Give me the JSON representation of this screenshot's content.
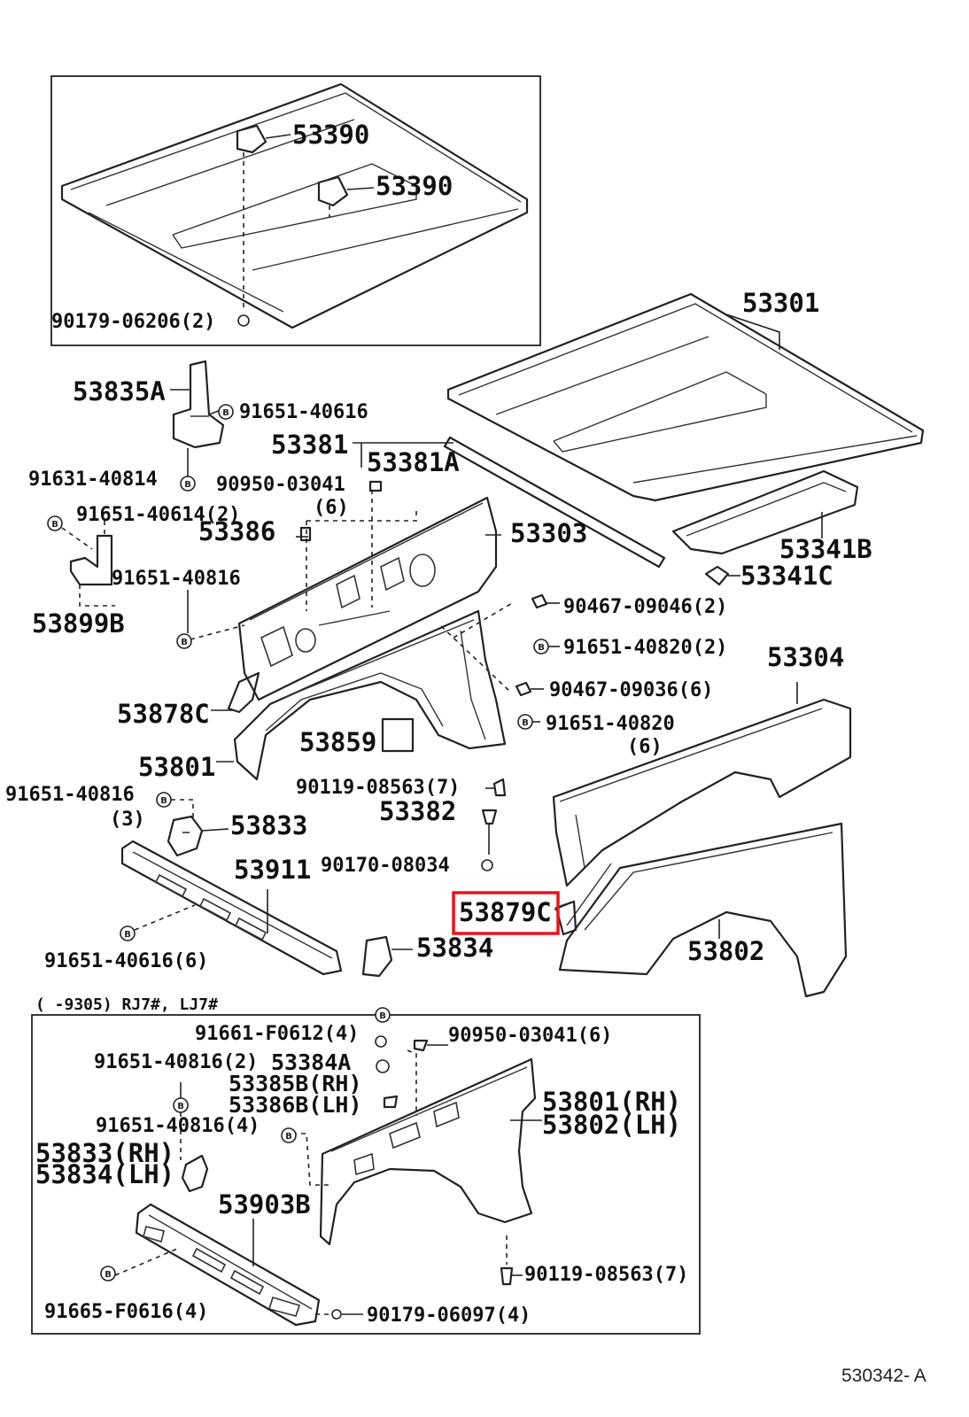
{
  "labels": {
    "l53390a": "53390",
    "l53390b": "53390",
    "l9017906206": "90179-06206(2)",
    "l53301": "53301",
    "l53835A": "53835A",
    "l9165140616": "91651-40616",
    "l53381": "53381",
    "l53381A": "53381A",
    "l9163140814": "91631-40814",
    "l9095003041": "90950-03041",
    "l9095003041qty": "(6)",
    "l9165140614": "91651-40614(2)",
    "l53386": "53386",
    "l53303": "53303",
    "l53341B": "53341B",
    "l9165140816": "91651-40816",
    "l53341C": "53341C",
    "l53899B": "53899B",
    "l9046709046": "90467-09046(2)",
    "l9165140820a": "91651-40820(2)",
    "l53304": "53304",
    "l9046709036": "90467-09036(6)",
    "l53878C": "53878C",
    "l9165140820b": "91651-40820",
    "l9165140820bqty": "(6)",
    "l53859": "53859",
    "l53801": "53801",
    "l9011908563a": "90119-08563(7)",
    "l9165140816b": "91651-40816",
    "l9165140816bqty": "(3)",
    "l53382": "53382",
    "l53833": "53833",
    "l53911": "53911",
    "l9017008034": "90170-08034",
    "l53879C": "53879C",
    "l53834": "53834",
    "l53802": "53802",
    "l9165140616b": "91651-40616(6)",
    "note_range": "(      -9305) RJ7#, LJ7#",
    "l91661F0612": "91661-F0612(4)",
    "l9095003041b": "90950-03041(6)",
    "l9165140816c": "91651-40816(2)",
    "l53384A": "53384A",
    "l53385B": "53385B(RH)",
    "l53386B": "53386B(LH)",
    "l53801RH": "53801(RH)",
    "l53802LH": "53802(LH)",
    "l9165140816d": "91651-40816(4)",
    "l53833RH": "53833(RH)",
    "l53834LH": "53834(LH)",
    "l53903B": "53903B",
    "l9011908563b": "90119-08563(7)",
    "l91665F0616": "91665-F0616(4)",
    "l9017906097": "90179-06097(4)",
    "diagram_code": "530342- A"
  },
  "bolt_symbol": "B",
  "highlight": {
    "part": "53879C",
    "color": "#e8141c"
  }
}
